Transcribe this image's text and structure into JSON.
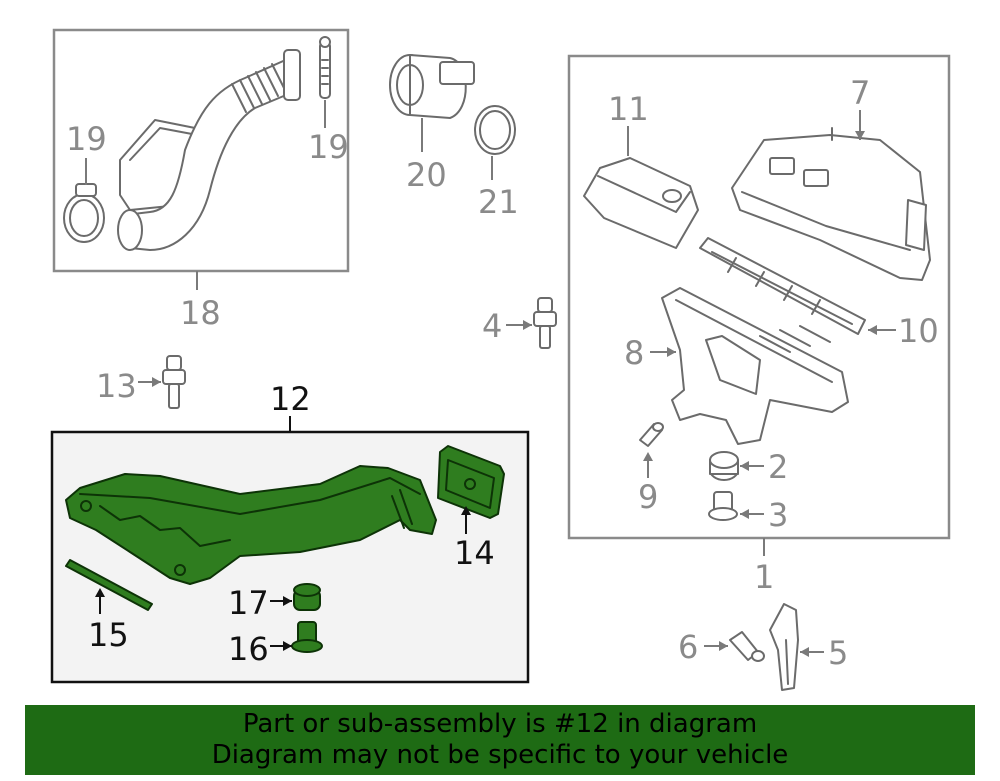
{
  "callouts": {
    "c1": "1",
    "c2": "2",
    "c3": "3",
    "c4": "4",
    "c5": "5",
    "c6": "6",
    "c7": "7",
    "c8": "8",
    "c9": "9",
    "c10": "10",
    "c11": "11",
    "c12": "12",
    "c13": "13",
    "c14": "14",
    "c15": "15",
    "c16": "16",
    "c17": "17",
    "c18": "18",
    "c19a": "19",
    "c19b": "19",
    "c20": "20",
    "c21": "21"
  },
  "banner": {
    "line1": "Part or sub-assembly is #12 in diagram",
    "line2": "Diagram may not be specific to your vehicle"
  },
  "colors": {
    "highlight": "#2f7d1f",
    "banner": "#1e6b14"
  }
}
